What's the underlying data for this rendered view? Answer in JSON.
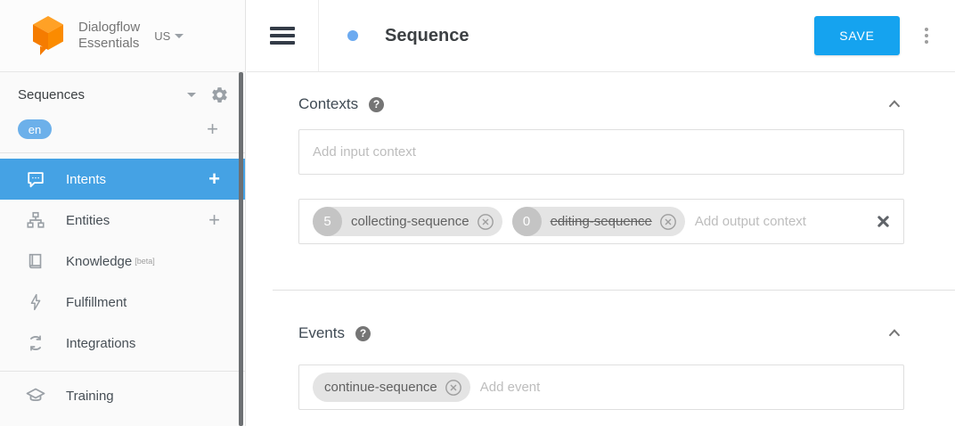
{
  "app": {
    "name_line1": "Dialogflow",
    "name_line2": "Essentials",
    "region": "US"
  },
  "glyphs": {
    "plus": "+",
    "help": "?"
  },
  "sidebar": {
    "agent_name": "Sequences",
    "language": "en",
    "items": [
      {
        "label": "Intents"
      },
      {
        "label": "Entities"
      },
      {
        "label": "Knowledge",
        "badge": "[beta]"
      },
      {
        "label": "Fulfillment"
      },
      {
        "label": "Integrations"
      },
      {
        "label": "Training"
      }
    ]
  },
  "header": {
    "title": "Sequence",
    "save_label": "SAVE"
  },
  "contexts": {
    "title": "Contexts",
    "input_placeholder": "Add input context",
    "output_placeholder": "Add output context",
    "output_chips": [
      {
        "lifespan": "5",
        "name": "collecting-sequence"
      },
      {
        "lifespan": "0",
        "name": "editing-sequence",
        "strikethrough": true
      }
    ]
  },
  "events": {
    "title": "Events",
    "placeholder": "Add event",
    "chips": [
      {
        "name": "continue-sequence"
      }
    ]
  },
  "colors": {
    "selected_item": "#45a2e4",
    "save_button": "#15a3ef",
    "language_pill": "#6cb0ea",
    "status_dot": "#6caaf0",
    "logo_orange": "#f57c00"
  }
}
